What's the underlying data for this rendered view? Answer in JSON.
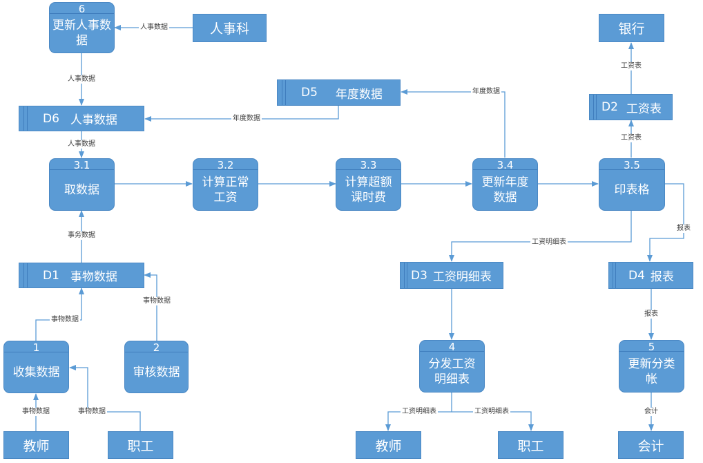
{
  "colors": {
    "fill": "#5b9bd5",
    "border": "#4a88c4",
    "line": "#5b9bd5",
    "text": "#ffffff"
  },
  "entities": {
    "personnel_office": "人事科",
    "bank": "银行",
    "teacher_left": "教师",
    "staff_left": "职工",
    "teacher_right": "教师",
    "staff_right": "职工",
    "accountant": "会计"
  },
  "processes": {
    "p6": {
      "num": "6",
      "label": "更新人事数\n据"
    },
    "p31": {
      "num": "3.1",
      "label": "取数据"
    },
    "p32": {
      "num": "3.2",
      "label": "计算正常\n工资"
    },
    "p33": {
      "num": "3.3",
      "label": "计算超额\n课时费"
    },
    "p34": {
      "num": "3.4",
      "label": "更新年度\n数据"
    },
    "p35": {
      "num": "3.5",
      "label": "印表格"
    },
    "p1": {
      "num": "1",
      "label": "收集数据"
    },
    "p2": {
      "num": "2",
      "label": "审核数据"
    },
    "p4": {
      "num": "4",
      "label": "分发工资\n明细表"
    },
    "p5": {
      "num": "5",
      "label": "更新分类\n帐"
    }
  },
  "stores": {
    "d6": {
      "id": "D6",
      "name": "人事数据"
    },
    "d5": {
      "id": "D5",
      "name": "年度数据"
    },
    "d1": {
      "id": "D1",
      "name": "事物数据"
    },
    "d2": {
      "id": "D2",
      "name": "工资表"
    },
    "d3": {
      "id": "D3",
      "name": "工资明细表"
    },
    "d4": {
      "id": "D4",
      "name": "报表"
    }
  },
  "flows": {
    "personnel_to_p6": "人事数据",
    "p6_to_d6": "人事数据",
    "d5_to_d6": "年度数据",
    "d6_to_p31": "人事数据",
    "d1_to_p31": "事务数据",
    "p1_to_d1": "事物数据",
    "p2_to_d1": "事物数据",
    "teacher_to_p1": "事物数据",
    "staff_to_p1": "事物数据",
    "p34_to_d5": "年度数据",
    "p35_to_d3": "工资明细表",
    "p35_to_d4": "报表",
    "p35_to_d2": "工资表",
    "d2_to_bank": "工资表",
    "d4_to_p5": "报表",
    "p4_to_teacher": "工资明细表",
    "p4_to_staff": "工资明细表",
    "p5_to_accountant": "会计"
  }
}
